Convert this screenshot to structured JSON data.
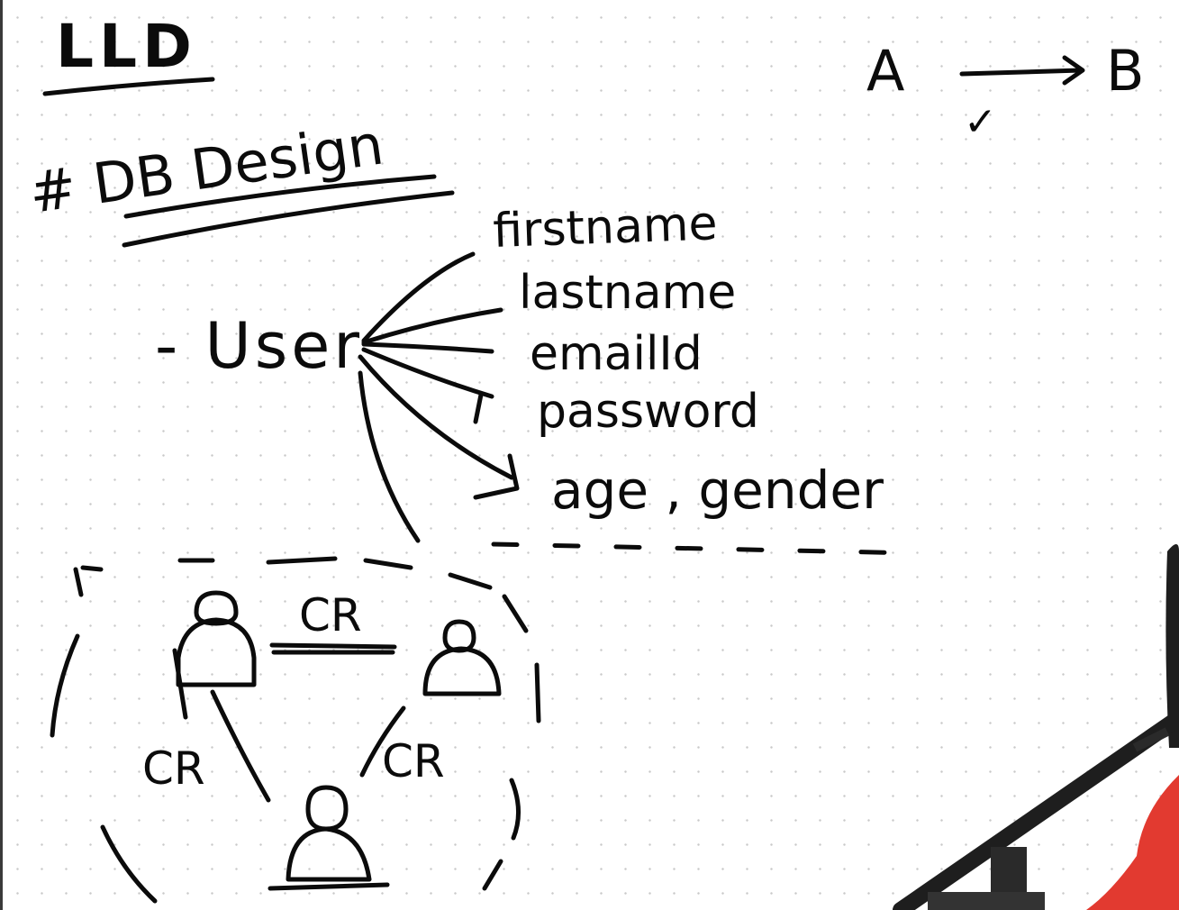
{
  "board": {
    "title": "LLD",
    "heading": "# DB Design",
    "entity": "- User",
    "attributes": [
      "firstname",
      "lastname",
      "emailId",
      "password",
      "age , gender"
    ],
    "relation_label": "CR",
    "arrow_from": "A",
    "arrow_to": "B",
    "check_mark": "✓"
  },
  "colors": {
    "ink": "#0b0b0b",
    "background": "#ffffff",
    "dot_grid": "#c9c9c9",
    "mic": "#1e1e1e",
    "jacket": "#e23a30"
  },
  "icons": {
    "person": "person-icon",
    "microphone": "microphone-icon"
  }
}
